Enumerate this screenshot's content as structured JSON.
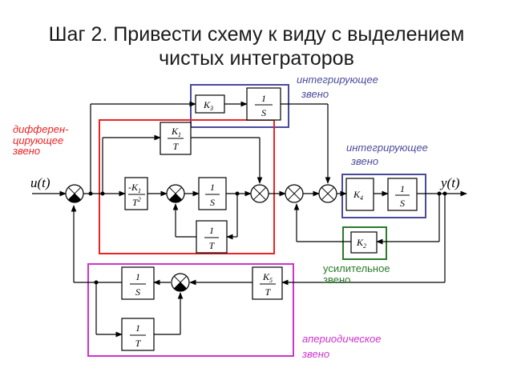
{
  "title": {
    "line1": "Шаг 2. Привести схему к виду с выделением",
    "line2": "чистых интеграторов"
  },
  "signals": {
    "input": "u(t)",
    "output": "y(t)"
  },
  "blocks": {
    "k3": "K",
    "k3_sub": "3",
    "k1_over_t": {
      "num": "K",
      "num_sub": "1",
      "den": "T"
    },
    "neg_k1_t2": {
      "num": "-K",
      "num_sub": "1",
      "den": "T",
      "den_sup": "2"
    },
    "one_over_s": {
      "num": "1",
      "den": "S"
    },
    "one_over_t": {
      "num": "1",
      "den": "T"
    },
    "k4": "K",
    "k4_sub": "4",
    "k2": "K",
    "k2_sub": "2",
    "k5_over_t": {
      "num": "K",
      "num_sub": "5",
      "den": "T"
    }
  },
  "annotations": {
    "integrating_top": {
      "line1": "интегрирующее",
      "line2": "звено",
      "color": "#4a4a9c"
    },
    "integrating_right": {
      "line1": "интегрирующее",
      "line2": "звено",
      "color": "#4a4a9c"
    },
    "differentiating": {
      "line1": "дифферен-",
      "line2": "цирующее",
      "line3": "звено",
      "color": "#ee2222"
    },
    "amplifying": {
      "line1": "усилительное",
      "line2": "звено",
      "color": "#2a7a2a"
    },
    "aperiodic": {
      "line1": "апериодическое",
      "line2": "звено",
      "color": "#cc33cc"
    }
  }
}
